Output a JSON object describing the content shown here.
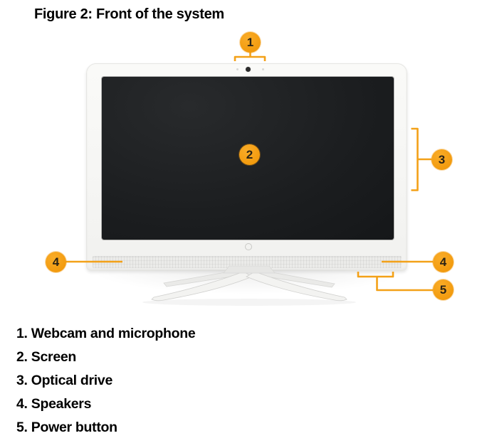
{
  "figure": {
    "title": "Figure 2: Front of the system"
  },
  "device": {
    "type": "all-in-one computer",
    "logo": "hp-logo"
  },
  "colors": {
    "accent_orange": "#F3A118",
    "screen_dark": "#1B1D1F",
    "bezel_white": "#F6F6F4",
    "text_black": "#000000"
  },
  "callouts": [
    {
      "number": "1",
      "label": "Webcam and microphone",
      "legend_text": "1. Webcam and microphone"
    },
    {
      "number": "2",
      "label": "Screen",
      "legend_text": "2. Screen"
    },
    {
      "number": "3",
      "label": "Optical drive",
      "legend_text": "3. Optical drive"
    },
    {
      "number": "4",
      "label": "Speakers",
      "legend_text": "4. Speakers"
    },
    {
      "number": "5",
      "label": "Power button",
      "legend_text": "5. Power button"
    }
  ]
}
